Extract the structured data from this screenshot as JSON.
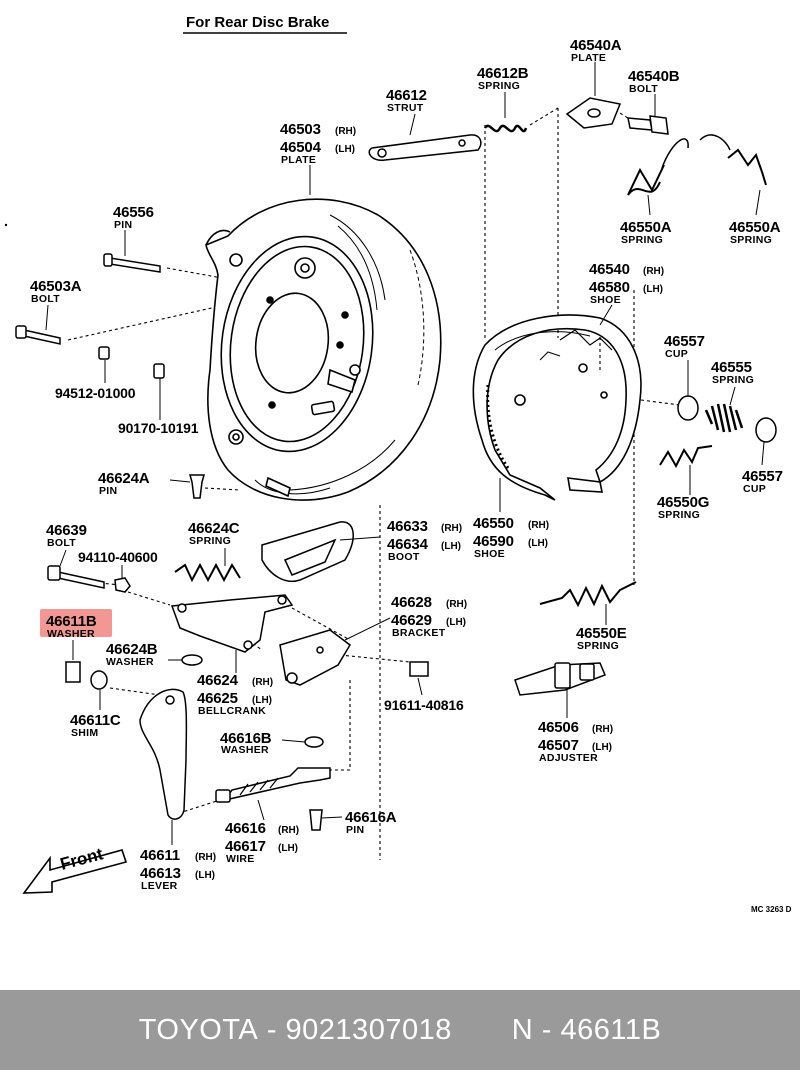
{
  "title": "For Rear Disc Brake",
  "figure_code": "MC 3263 D",
  "front_label": "Front",
  "highlight_color": "#e8413a",
  "parts": {
    "p46540A": {
      "num": "46540A",
      "name": "PLATE"
    },
    "p46612B": {
      "num": "46612B",
      "name": "SPRING"
    },
    "p46540B": {
      "num": "46540B",
      "name": "BOLT"
    },
    "p46612": {
      "num": "46612",
      "name": "STRUT"
    },
    "p46503": {
      "num": "46503",
      "suffix": "(RH)"
    },
    "p46504": {
      "num": "46504",
      "suffix": "(LH)",
      "name": "PLATE"
    },
    "p46550A_1": {
      "num": "46550A",
      "name": "SPRING"
    },
    "p46550A_2": {
      "num": "46550A",
      "name": "SPRING"
    },
    "p46556": {
      "num": "46556",
      "name": "PIN"
    },
    "p46503A": {
      "num": "46503A",
      "name": "BOLT"
    },
    "p94512": {
      "num": "94512-01000"
    },
    "p90170": {
      "num": "90170-10191"
    },
    "p46540": {
      "num": "46540",
      "suffix": "(RH)"
    },
    "p46580": {
      "num": "46580",
      "suffix": "(LH)",
      "name": "SHOE"
    },
    "p46557_1": {
      "num": "46557",
      "name": "CUP"
    },
    "p46555": {
      "num": "46555",
      "name": "SPRING"
    },
    "p46557_2": {
      "num": "46557",
      "name": "CUP"
    },
    "p46550G": {
      "num": "46550G",
      "name": "SPRING"
    },
    "p46624A": {
      "num": "46624A",
      "name": "PIN"
    },
    "p46639": {
      "num": "46639",
      "name": "BOLT"
    },
    "p94110": {
      "num": "94110-40600"
    },
    "p46624C": {
      "num": "46624C",
      "name": "SPRING"
    },
    "p46633": {
      "num": "46633",
      "suffix": "(RH)"
    },
    "p46634": {
      "num": "46634",
      "suffix": "(LH)",
      "name": "BOOT"
    },
    "p46550": {
      "num": "46550",
      "suffix": "(RH)"
    },
    "p46590": {
      "num": "46590",
      "suffix": "(LH)",
      "name": "SHOE"
    },
    "p46611B": {
      "num": "46611B",
      "name": "WASHER"
    },
    "p46628": {
      "num": "46628",
      "suffix": "(RH)"
    },
    "p46629": {
      "num": "46629",
      "suffix": "(LH)",
      "name": "BRACKET"
    },
    "p46624B": {
      "num": "46624B",
      "name": "WASHER"
    },
    "p46550E": {
      "num": "46550E",
      "name": "SPRING"
    },
    "p46624": {
      "num": "46624",
      "suffix": "(RH)"
    },
    "p46625": {
      "num": "46625",
      "suffix": "(LH)",
      "name": "BELLCRANK"
    },
    "p91611": {
      "num": "91611-40816"
    },
    "p46611C": {
      "num": "46611C",
      "name": "SHIM"
    },
    "p46506": {
      "num": "46506",
      "suffix": "(RH)"
    },
    "p46507": {
      "num": "46507",
      "suffix": "(LH)",
      "name": "ADJUSTER"
    },
    "p46616B": {
      "num": "46616B",
      "name": "WASHER"
    },
    "p46616A": {
      "num": "46616A",
      "name": "PIN"
    },
    "p46616": {
      "num": "46616",
      "suffix": "(RH)"
    },
    "p46617": {
      "num": "46617",
      "suffix": "(LH)",
      "name": "WIRE"
    },
    "p46611": {
      "num": "46611",
      "suffix": "(RH)"
    },
    "p46613": {
      "num": "46613",
      "suffix": "(LH)",
      "name": "LEVER"
    }
  },
  "footer": {
    "brand": "TOYOTA",
    "part_number": "9021307018",
    "ref": "N - 46611B"
  }
}
